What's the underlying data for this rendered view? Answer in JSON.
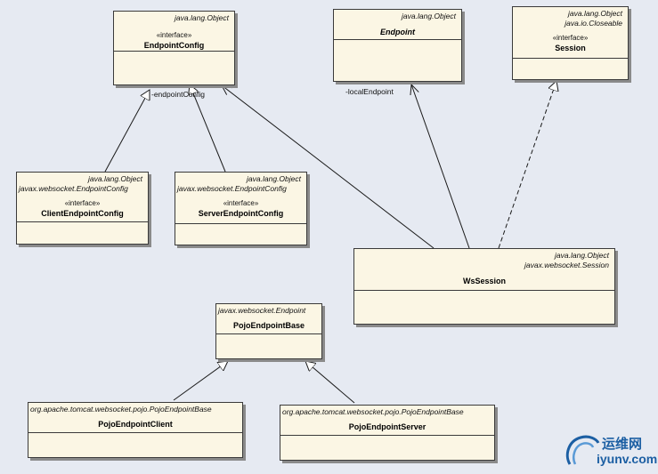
{
  "classes": {
    "endpoint_config": {
      "parents": [
        "java.lang.Object"
      ],
      "stereotype": "«interface»",
      "name": "EndpointConfig"
    },
    "endpoint": {
      "parents": [
        "java.lang.Object"
      ],
      "name": "Endpoint"
    },
    "session": {
      "parents": [
        "java.lang.Object",
        "java.io.Closeable"
      ],
      "stereotype": "«interface»",
      "name": "Session"
    },
    "client_endpoint_config": {
      "parents": [
        "java.lang.Object",
        "javax.websocket.EndpointConfig"
      ],
      "stereotype": "«interface»",
      "name": "ClientEndpointConfig"
    },
    "server_endpoint_config": {
      "parents": [
        "java.lang.Object",
        "javax.websocket.EndpointConfig"
      ],
      "stereotype": "«interface»",
      "name": "ServerEndpointConfig"
    },
    "ws_session": {
      "parents": [
        "java.lang.Object",
        "javax.websocket.Session"
      ],
      "name": "WsSession"
    },
    "pojo_endpoint_base": {
      "parents": [
        "javax.websocket.Endpoint"
      ],
      "name": "PojoEndpointBase"
    },
    "pojo_endpoint_client": {
      "parents": [
        "org.apache.tomcat.websocket.pojo.PojoEndpointBase"
      ],
      "name": "PojoEndpointClient"
    },
    "pojo_endpoint_server": {
      "parents": [
        "org.apache.tomcat.websocket.pojo.PojoEndpointBase"
      ],
      "name": "PojoEndpointServer"
    }
  },
  "association_labels": {
    "endpoint_config_role": "-endpointConfig",
    "local_endpoint_role": "-localEndpoint"
  },
  "watermark": {
    "cn": "运维网",
    "url": "iyunv.com"
  },
  "colors": {
    "background": "#e6eaf2",
    "class_fill": "#fbf6e4",
    "line": "#1a1a1a",
    "watermark": "#1c5fa3"
  }
}
